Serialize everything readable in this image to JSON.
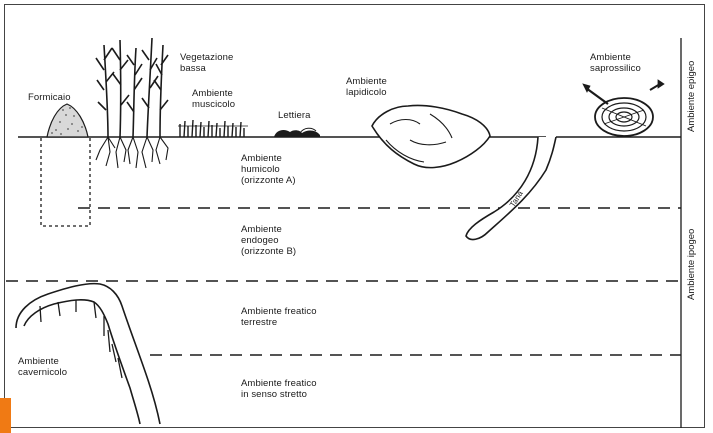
{
  "labels": {
    "formicaio": "Formicaio",
    "vegetazione_bassa": "Vegetazione\nbassa",
    "ambiente_muscicolo": "Ambiente\nmuscicolo",
    "lettiera": "Lettiera",
    "ambiente_lapidicolo": "Ambiente\nlapidicolo",
    "ambiente_saprossilico": "Ambiente\nsaprossilico",
    "ambiente_humicolo": "Ambiente\nhumicolo\n(orizzonte A)",
    "tana": "Tana",
    "ambiente_endogeo": "Ambiente\nendogeo\n(orizzonte B)",
    "ambiente_freatico_terrestre": "Ambiente freatico\nterrestre",
    "ambiente_cavernicolo": "Ambiente\ncavernicolo",
    "ambiente_freatico_stretto": "Ambiente freatico\nin senso stretto",
    "ambiente_epigeo": "Ambiente epigeo",
    "ambiente_ipogeo": "Ambiente ipogeo"
  },
  "colors": {
    "line": "#1b1b1b",
    "accent_orange": "#f07a14",
    "anthill_fill": "#d8d8d8"
  }
}
